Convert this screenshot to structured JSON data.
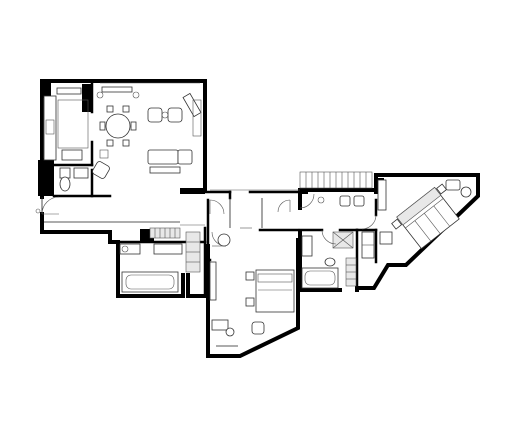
{
  "plan": {
    "rooms": [
      {
        "id": "living-dining"
      },
      {
        "id": "kitchen"
      },
      {
        "id": "powder-room"
      },
      {
        "id": "entry-hall"
      },
      {
        "id": "bathroom-1"
      },
      {
        "id": "bedroom-1"
      },
      {
        "id": "bathroom-2"
      },
      {
        "id": "master-bedroom"
      },
      {
        "id": "balcony"
      }
    ],
    "colors": {
      "wall": "#000000",
      "line": "#333333",
      "background": "#ffffff"
    }
  }
}
